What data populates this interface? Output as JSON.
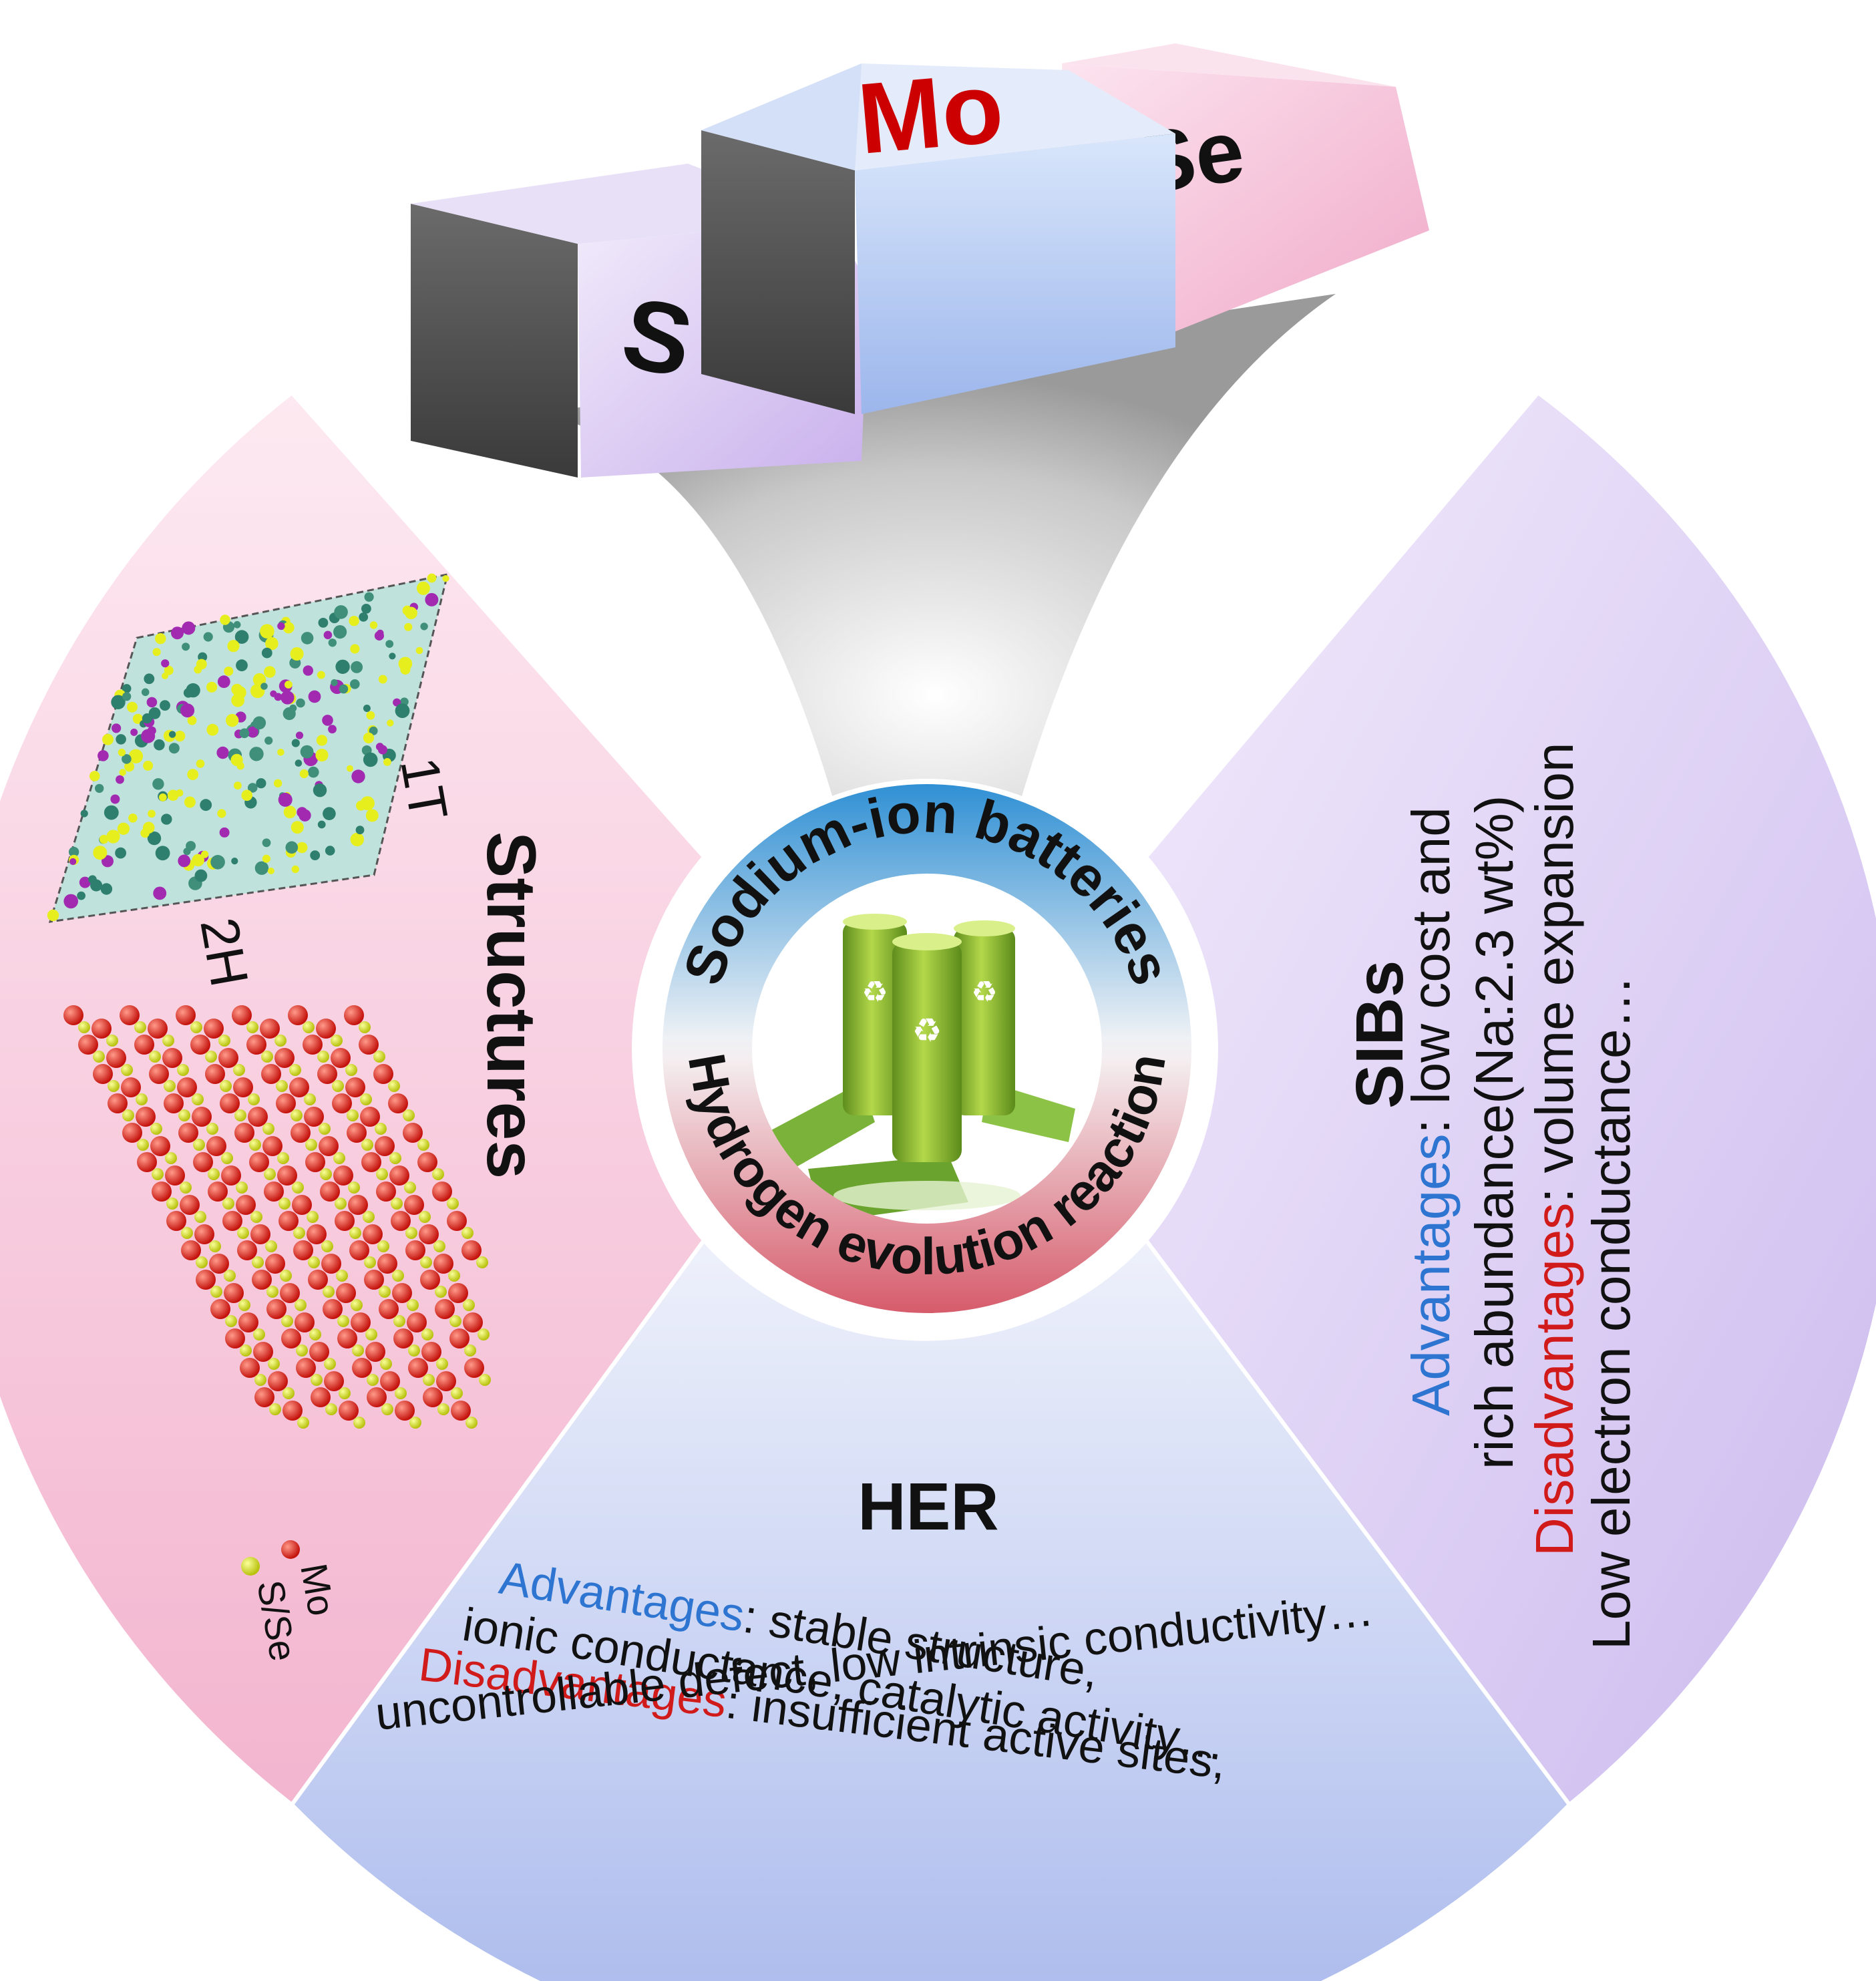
{
  "blocks": {
    "left": "S",
    "center": "Mo",
    "right": "Se"
  },
  "center_circle": {
    "top_text": "Sodium-ion batteries",
    "bottom_text": "Hydrogen evolution reaction",
    "icon": "recycling-battery-icon"
  },
  "structures": {
    "title": "Structures",
    "label_1t": "1T",
    "label_2h": "2H",
    "legend_mo": "Mo",
    "legend_sse": "S/Se"
  },
  "sibs": {
    "title": "SIBs",
    "adv_label": "Advantages",
    "adv_text_1": ": low cost and",
    "adv_text_2": "rich abundance(Na:2.3 wt%)",
    "dis_label": "Disadvantages",
    "dis_text_1": ":  volume expansion",
    "dis_text_2": "Low electron conductance…"
  },
  "her": {
    "title": "HER",
    "adv_label": "Advantages",
    "adv_text_1": ": stable structure,",
    "adv_text_2": "ionic conductance, catalytic activity…",
    "dis_label": "Disadvantages",
    "dis_text_1": ": insufficient active sites,",
    "dis_text_2": "uncontrollable defect, low intrinsic conductivity…"
  },
  "colors": {
    "advantage": "#2e75d1",
    "disadvantage": "#d11a1a",
    "mo_text": "#cc0000",
    "structures_sector": "#f7c8dc",
    "sibs_sector": "#dccdf3",
    "her_sector": "#b9c6ef",
    "mo_red": "#e8221a",
    "s_yellow": "#e6ee1e"
  }
}
